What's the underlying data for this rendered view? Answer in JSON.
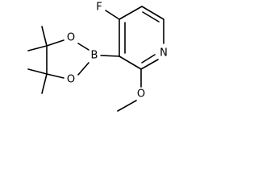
{
  "molecule": {
    "atoms": {
      "fluorine": "F",
      "nitrogen": "N",
      "boron": "B",
      "oxygen_top": "O",
      "oxygen_bottom": "O",
      "oxygen_methoxy": "O"
    }
  }
}
